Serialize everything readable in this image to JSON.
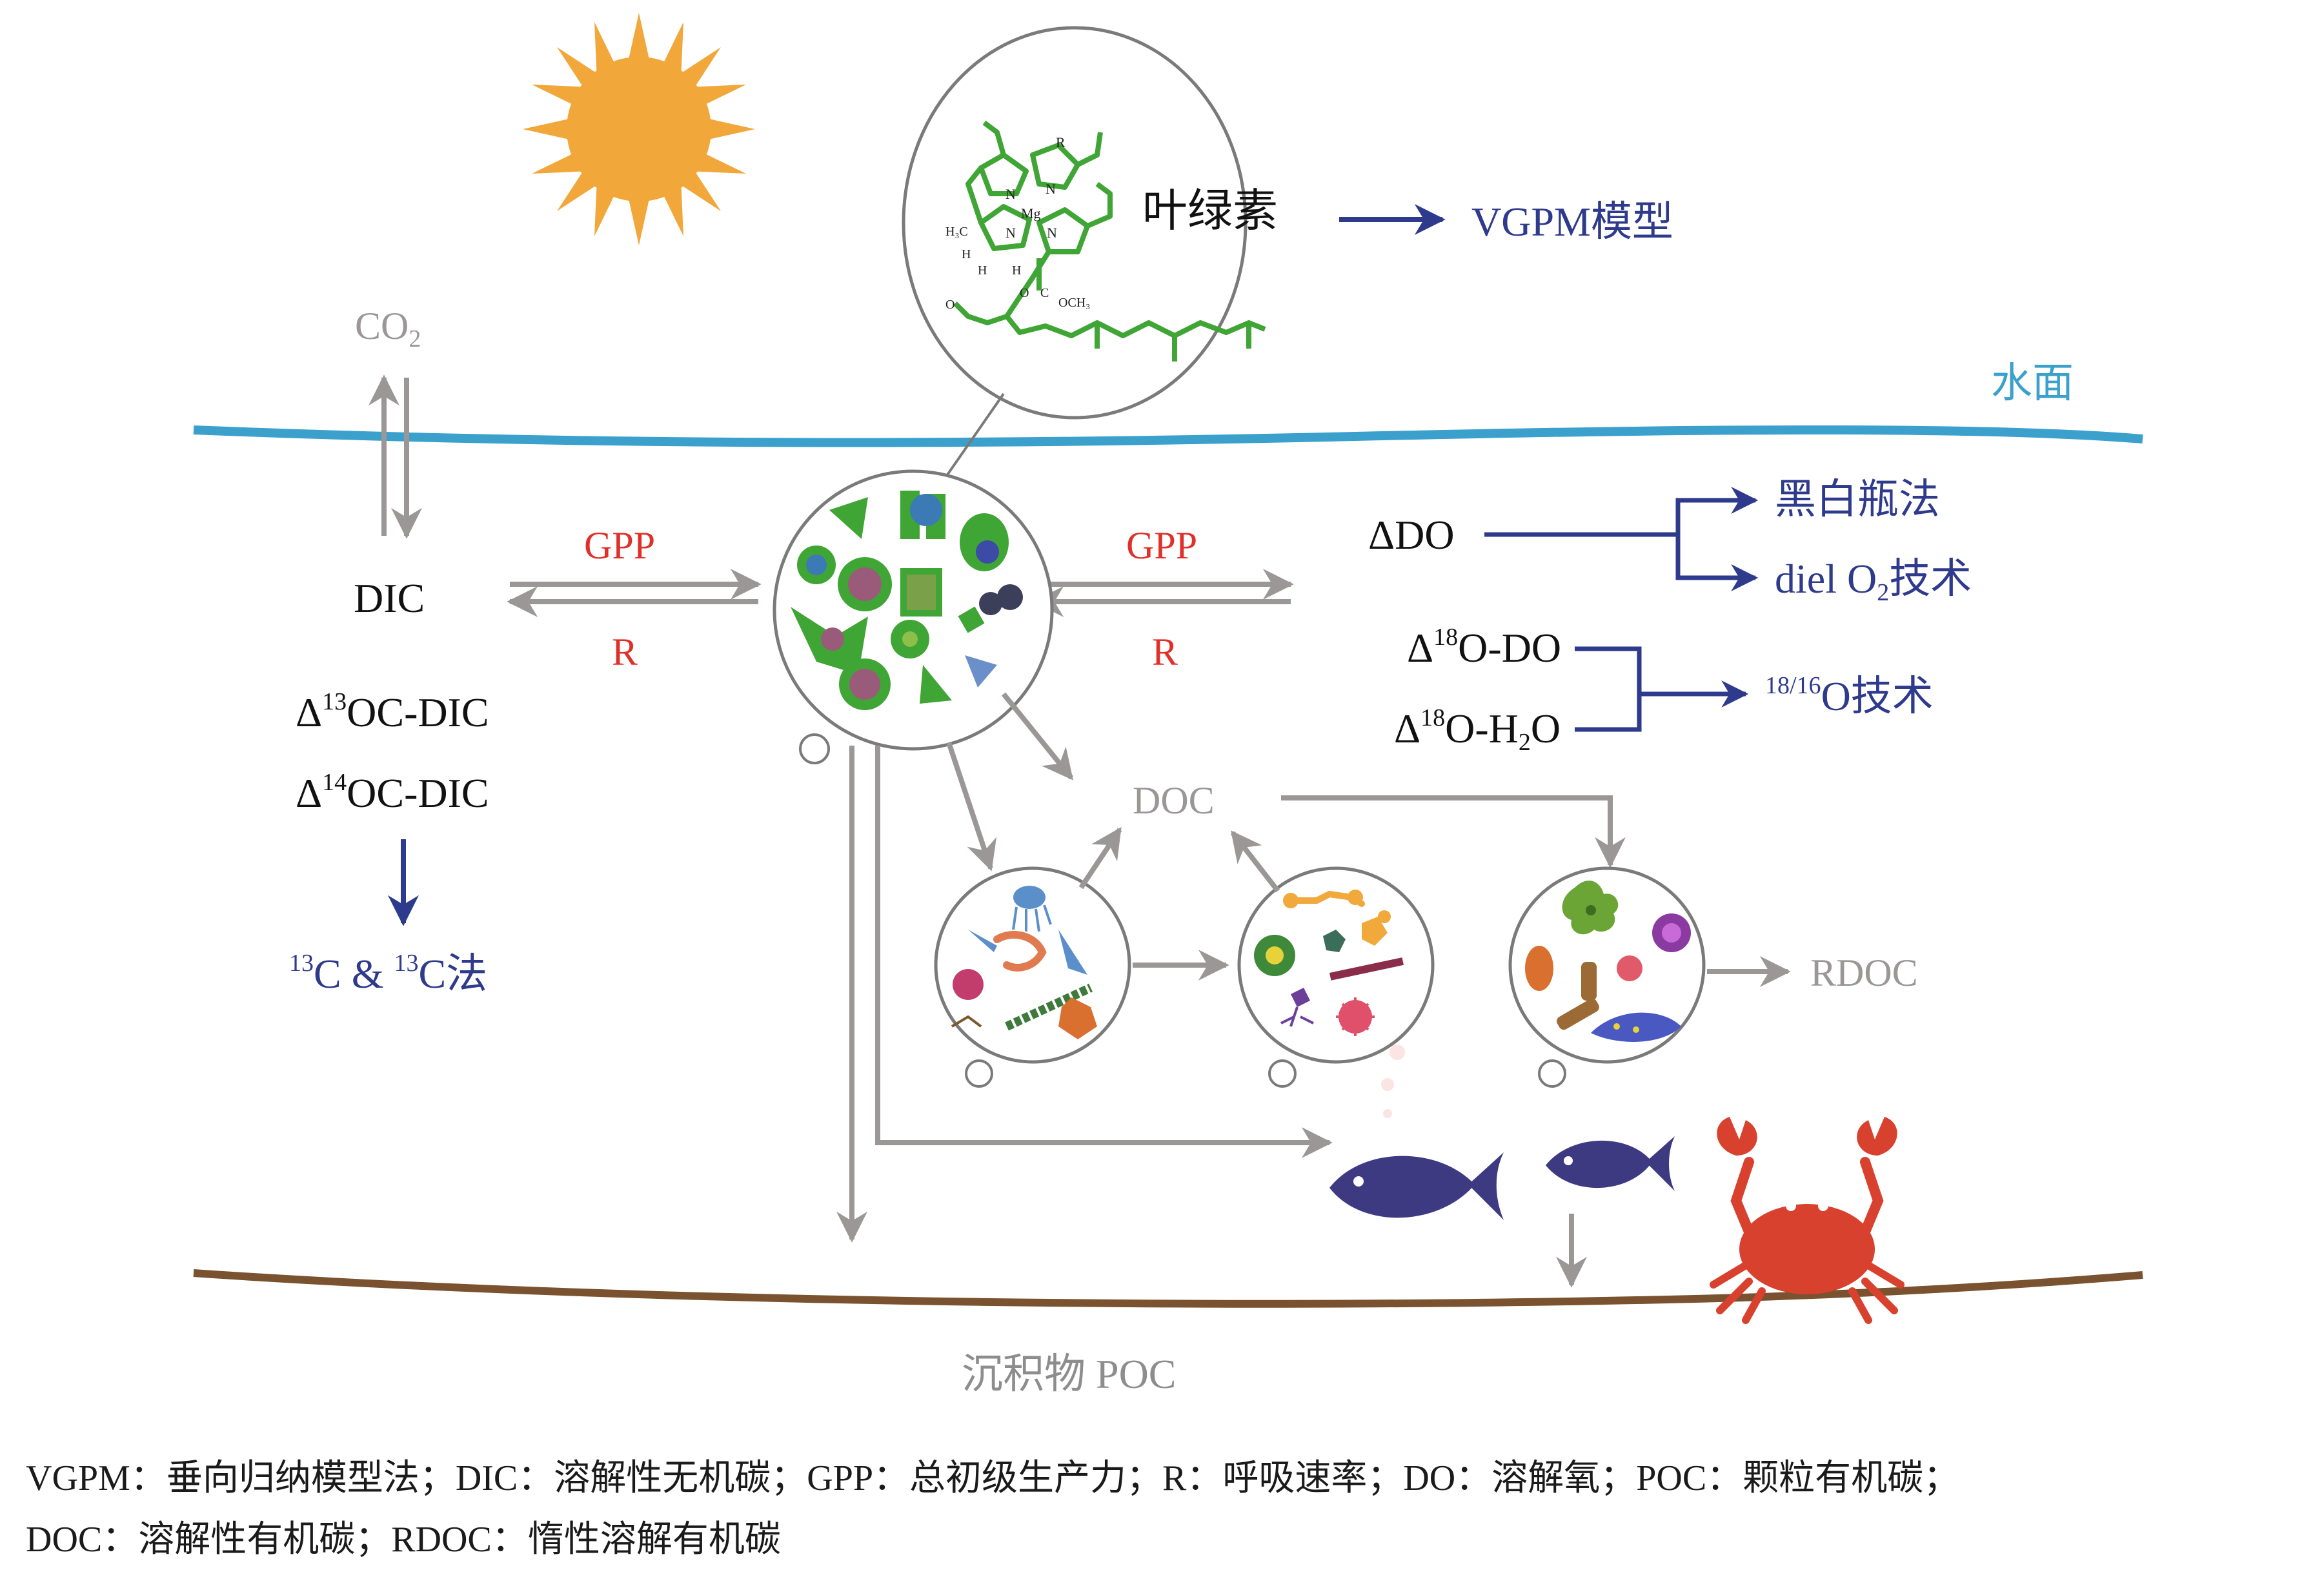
{
  "labels": {
    "co2": "CO",
    "co2_sub": "2",
    "water_surface": "水面",
    "dic": "DIC",
    "gpp_left": "GPP",
    "r_left": "R",
    "gpp_right": "GPP",
    "r_right": "R",
    "d13_prefix": "Δ",
    "d13_sup": "13",
    "d13_rest": "OC-DIC",
    "d14_prefix": "Δ",
    "d14_sup": "14",
    "d14_rest": "OC-DIC",
    "c13_sup_a": "13",
    "c13_mid": "C & ",
    "c13_sup_b": "13",
    "c13_rest": "C法",
    "chlorophyll": "叶绿素",
    "vgpm": "VGPM模型",
    "delta_do": "ΔDO",
    "black_white": "黑白瓶法",
    "diel_a": "diel O",
    "diel_sub": "2",
    "diel_b": "技术",
    "d18do_prefix": "Δ",
    "d18do_sup": "18",
    "d18do_rest": "O-DO",
    "d18h2o_prefix": "Δ",
    "d18h2o_sup": "18",
    "d18h2o_a": "O-H",
    "d18h2o_sub": "2",
    "d18h2o_b": "O",
    "o1816_sup": "18/16",
    "o1816_rest": "O技术",
    "doc": "DOC",
    "rdoc": "RDOC",
    "sediment": "沉积物 POC"
  },
  "chem": {
    "mg": "Mg",
    "n": "N",
    "r": "R",
    "h3c": "H₃C",
    "h": "H",
    "och3": "OCH₃",
    "o": "O",
    "c": "C"
  },
  "legend": {
    "line1": "VGPM：垂向归纳模型法；DIC：溶解性无机碳；GPP：总初级生产力；R：呼吸速率；DO：溶解氧；POC：颗粒有机碳；",
    "line2": "DOC：溶解性有机碳；RDOC：惰性溶解有机碳"
  },
  "colors": {
    "gray_arrow": "#9b9797",
    "blue_arrow": "#2e3a8c",
    "red_text": "#e0302a",
    "blue_text": "#2e3a8c",
    "water": "#3ba0cc",
    "sediment": "#7a5230",
    "sun": "#f2a73b",
    "chlorophyll": "#3fa535",
    "fish": "#3e3a82",
    "crab": "#d9412f"
  }
}
